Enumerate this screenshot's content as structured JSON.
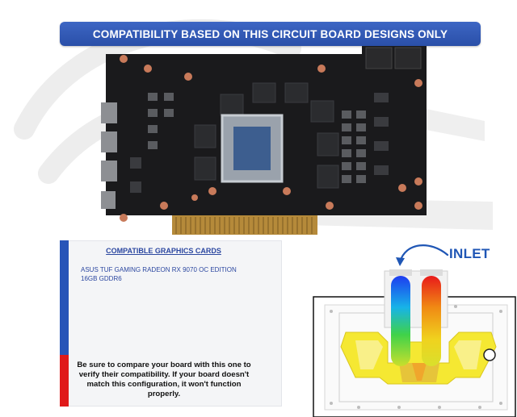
{
  "banner": {
    "text": "COMPATIBILITY BASED ON THIS CIRCUIT BOARD DESIGNS ONLY"
  },
  "compat": {
    "title": "COMPATIBLE GRAPHICS CARDS",
    "model": "ASUS TUF GAMING RADEON RX 9070 OC EDITION 16GB GDDR6",
    "warning": "Be sure to compare your board with this one to verify their compatibility. If your board doesn't match this configuration, it won't function properly."
  },
  "diagram": {
    "inlet_label": "INLET"
  },
  "colors": {
    "banner": "#2f57b3",
    "accent_blue": "#2855b8",
    "accent_red": "#e01a1a",
    "pcb": "#1a1a1c"
  }
}
